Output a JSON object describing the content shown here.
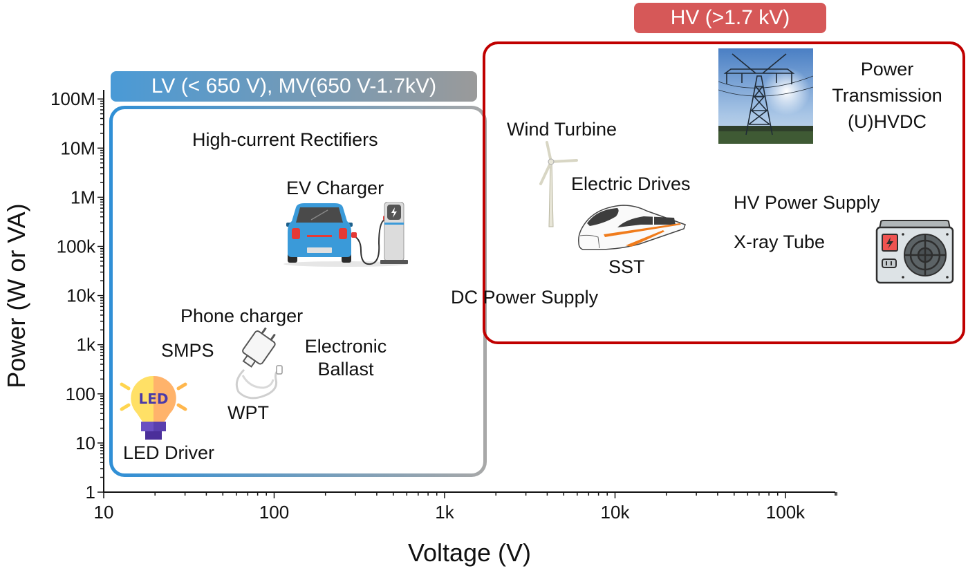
{
  "chart_data": {
    "type": "diagram-loglog",
    "xlabel": "Voltage (V)",
    "ylabel": "Power (W or VA)",
    "xscale": "log",
    "yscale": "log",
    "xlim": [
      10,
      200000
    ],
    "ylim": [
      1,
      100000000
    ],
    "x_ticks": [
      {
        "value": 10,
        "label": "10"
      },
      {
        "value": 100,
        "label": "100"
      },
      {
        "value": 1000,
        "label": "1k"
      },
      {
        "value": 10000,
        "label": "10k"
      },
      {
        "value": 100000,
        "label": "100k"
      }
    ],
    "y_ticks": [
      {
        "value": 1,
        "label": "1"
      },
      {
        "value": 10,
        "label": "10"
      },
      {
        "value": 100,
        "label": "100"
      },
      {
        "value": 1000,
        "label": "1k"
      },
      {
        "value": 10000,
        "label": "10k"
      },
      {
        "value": 100000,
        "label": "100k"
      },
      {
        "value": 1000000,
        "label": "1M"
      },
      {
        "value": 10000000,
        "label": "10M"
      },
      {
        "value": 100000000,
        "label": "100M"
      }
    ],
    "grid": false,
    "regions": [
      {
        "name": "LV/MV",
        "label": "LV (< 650 V), MV(650 V-1.7kV)",
        "x_range": [
          11,
          1700
        ],
        "y_range": [
          1.6,
          70000000
        ],
        "color_start": "#2f8fd6",
        "color_end": "#a6a6a6"
      },
      {
        "name": "HV",
        "label": "HV (>1.7 kV)",
        "x_range": [
          1700,
          200000
        ],
        "y_range": [
          350,
          500000000
        ],
        "color": "#c00000",
        "banner_color": "#d65858"
      }
    ],
    "applications": [
      {
        "label": "High-current Rectifiers",
        "region": "LV/MV"
      },
      {
        "label": "EV Charger",
        "region": "LV/MV",
        "icon": "ev-charger"
      },
      {
        "label": "Phone charger",
        "region": "LV/MV",
        "icon": "phone-charger"
      },
      {
        "label": "SMPS",
        "region": "LV/MV"
      },
      {
        "label": "Electronic Ballast",
        "region": "LV/MV"
      },
      {
        "label": "WPT",
        "region": "LV/MV"
      },
      {
        "label": "LED Driver",
        "region": "LV/MV",
        "icon": "led-bulb"
      },
      {
        "label": "DC Power Supply",
        "region": "boundary"
      },
      {
        "label": "Wind Turbine",
        "region": "HV",
        "icon": "wind-turbine"
      },
      {
        "label": "Electric Drives",
        "region": "HV",
        "icon": "train"
      },
      {
        "label": "SST",
        "region": "HV"
      },
      {
        "label": "Power Transmission (U)HVDC",
        "region": "HV",
        "icon": "transmission-tower"
      },
      {
        "label": "HV Power Supply",
        "region": "HV",
        "icon": "power-supply-unit"
      },
      {
        "label": "X-ray Tube",
        "region": "HV"
      }
    ]
  },
  "labels": {
    "lvmv_banner": "LV (< 650 V), MV(650 V-1.7kV)",
    "hv_banner": "HV (>1.7 kV)",
    "high_current": "High-current Rectifiers",
    "ev_charger": "EV Charger",
    "phone_charger": "Phone charger",
    "smps": "SMPS",
    "electronic": "Electronic",
    "ballast": "Ballast",
    "wpt": "WPT",
    "led_driver": "LED Driver",
    "led_text": "LED",
    "dc_power_supply": "DC Power Supply",
    "wind_turbine": "Wind Turbine",
    "electric_drives": "Electric Drives",
    "sst": "SST",
    "power": "Power",
    "transmission": "Transmission",
    "uhvdc": "(U)HVDC",
    "hv_power_supply": "HV Power Supply",
    "xray_tube": "X-ray Tube"
  }
}
